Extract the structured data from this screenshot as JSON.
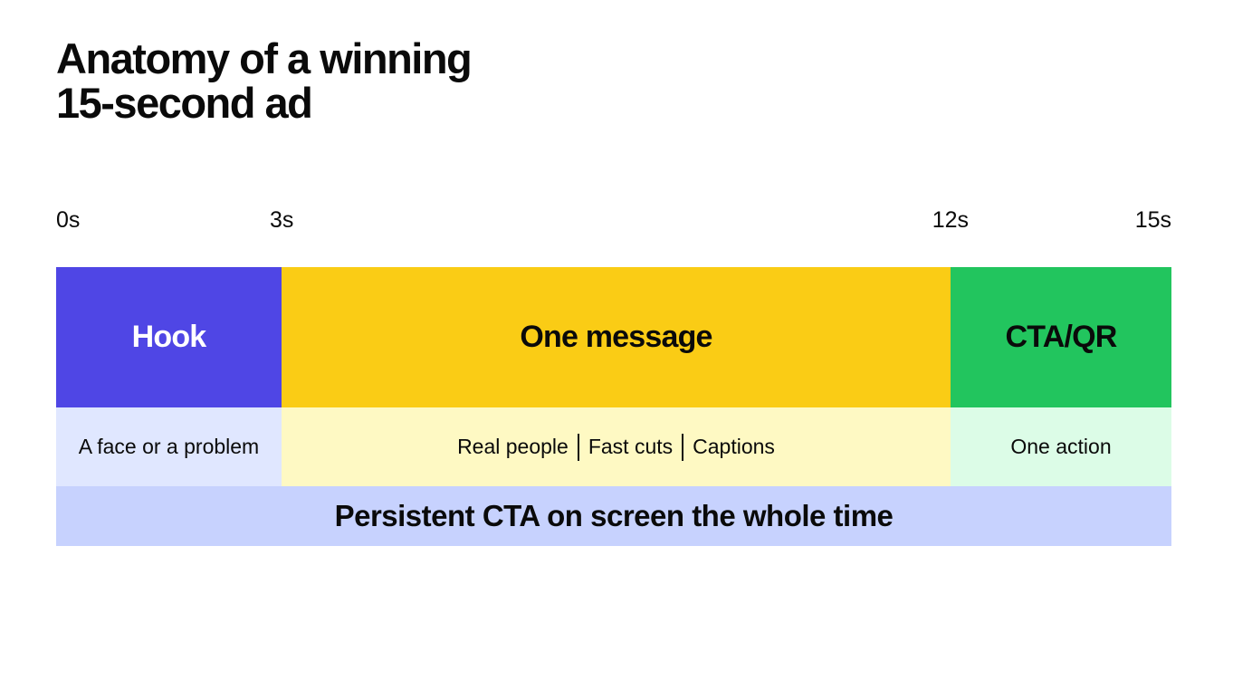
{
  "title": {
    "line1": "Anatomy of a winning",
    "line2": "15-second ad"
  },
  "timeline": {
    "ticks": [
      "0s",
      "3s",
      "12s",
      "15s"
    ],
    "segments": [
      {
        "label": "Hook",
        "start": 0,
        "end": 3,
        "color": "#4f46e5",
        "label_color": "#ffffff",
        "detail": "A face or a problem",
        "detail_bg": "#e0e7ff"
      },
      {
        "label": "One message",
        "start": 3,
        "end": 12,
        "color": "#facc15",
        "label_color": "#0a0a0a",
        "details": [
          "Real people",
          "Fast cuts",
          "Captions"
        ],
        "detail_bg": "#fef9c3"
      },
      {
        "label": "CTA/QR",
        "start": 12,
        "end": 15,
        "color": "#22c55e",
        "label_color": "#0a0a0a",
        "detail": "One action",
        "detail_bg": "#dcfce7"
      }
    ],
    "persistent_bar": {
      "label": "Persistent CTA on screen the whole time",
      "color": "#c7d2fe"
    }
  }
}
